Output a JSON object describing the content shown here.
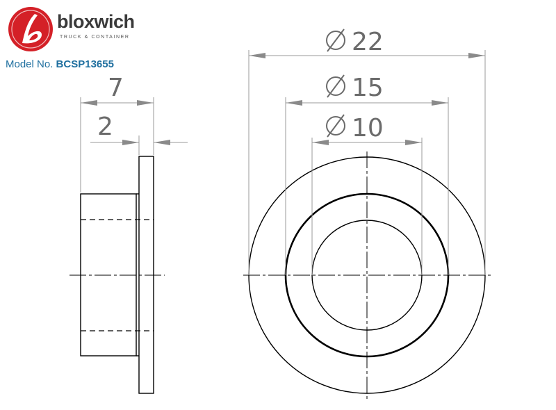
{
  "brand": {
    "name": "bloxwich",
    "tagline": "TRUCK & CONTAINER",
    "colors": {
      "mark": "#d42027",
      "text": "#3a3a3a",
      "model": "#1f6f9f"
    }
  },
  "model": {
    "label": "Model No.",
    "number": "BCSP13655"
  },
  "dimensions": {
    "overall_length": "7",
    "flange_thickness": "2",
    "outer_diameter": "22",
    "flange_diameter": "15",
    "bore_diameter": "10"
  }
}
